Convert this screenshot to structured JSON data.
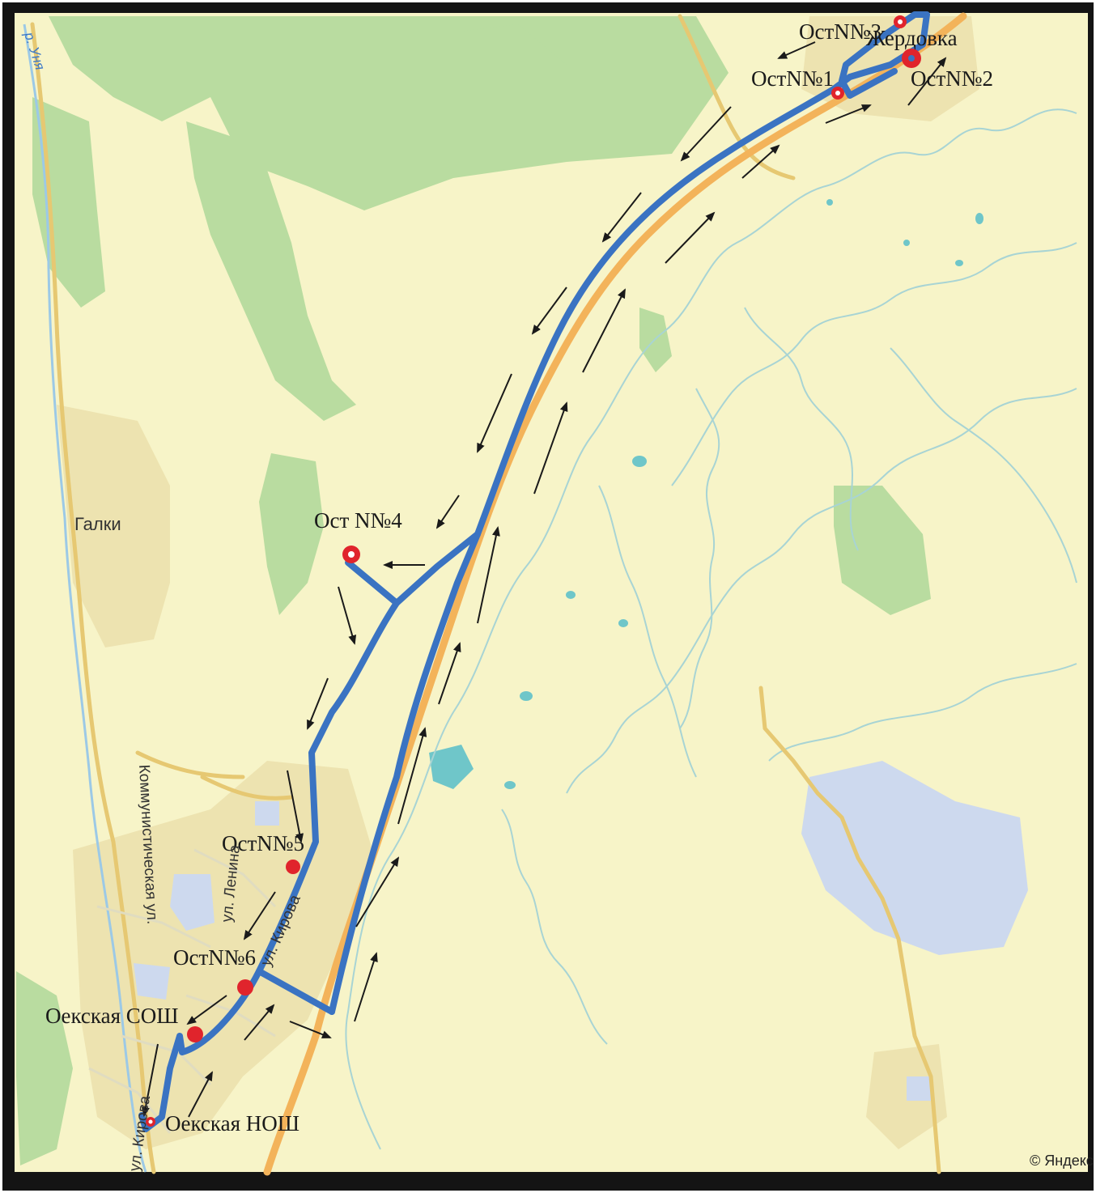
{
  "stops": {
    "ost1": "ОстN№1",
    "ost2": "ОстN№2",
    "ost3": "ОстN№3",
    "ost4": "Ост N№4",
    "ost5": "ОстN№5",
    "ost6": "ОстN№6",
    "school_sosh": "Оекская СОШ",
    "school_nosh": "Оекская НОШ"
  },
  "places": {
    "village_top": "Жердовка",
    "village_left": "Галки"
  },
  "streets": {
    "kommunisticheskaya": "Коммунистическая ул.",
    "lenina": "ул. Ленина",
    "kirova_mid": "ул. Кирова",
    "kirova_bottom": "ул. Кирова"
  },
  "river": "р. Уня",
  "copyright": "© Яндекс",
  "colors": {
    "route": "#3a73c2",
    "stop_marker": "#e0242c",
    "main_road": "#f3b35a",
    "minor_road": "#e6c872",
    "forest": "#b9dca0",
    "land": "#f7f4c8",
    "water": "#cdd9ee",
    "arrow": "#1a1a1a",
    "frame": "#141414"
  }
}
